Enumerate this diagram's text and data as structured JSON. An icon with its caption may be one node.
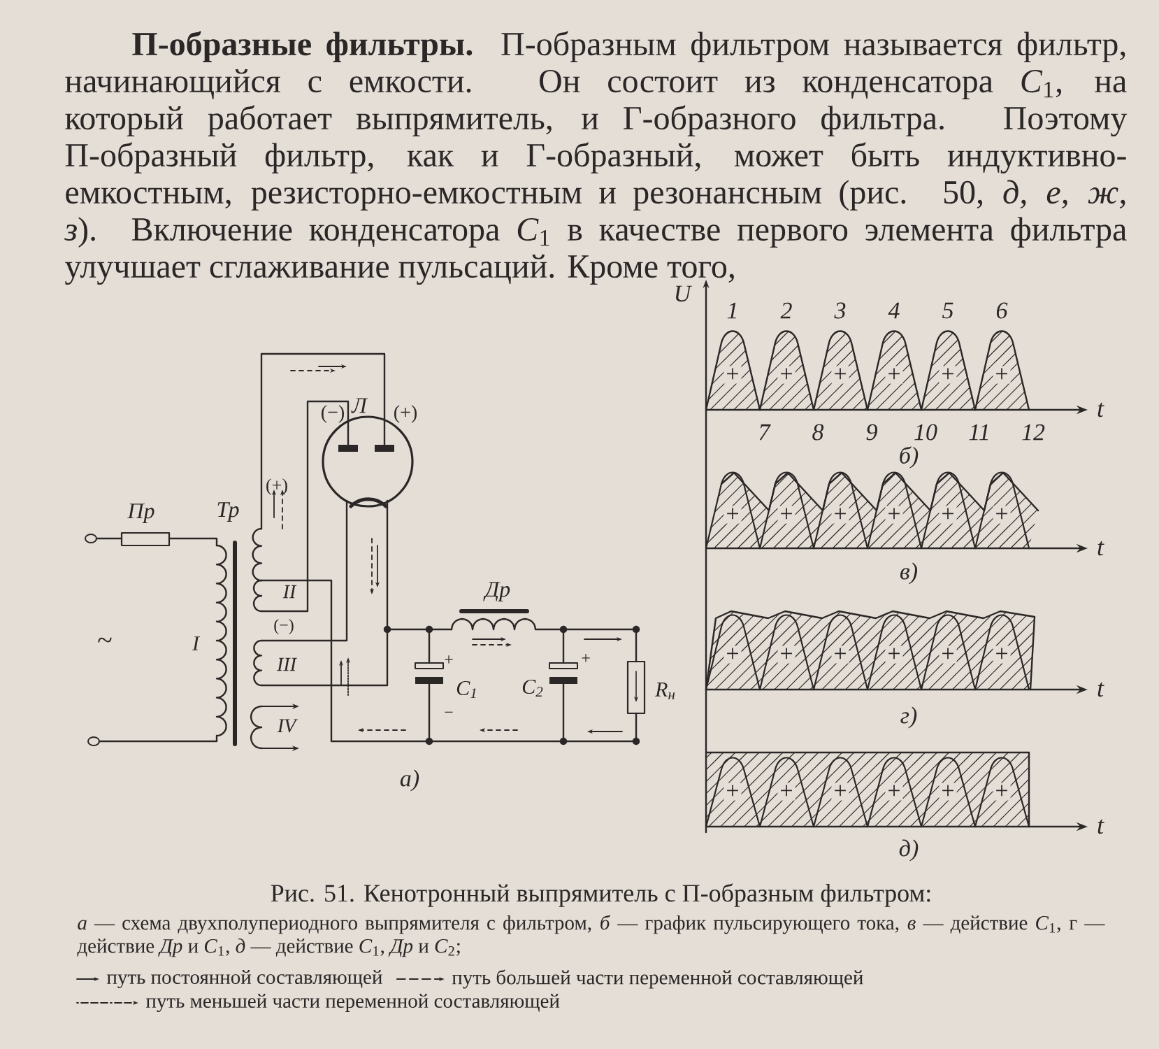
{
  "diagram": {
    "caption": "Рис. 51. Кенотронный выпрямитель с П-образным фильтром:",
    "labels": [
      "**П-образные фильтры.** П-образным фильтром называется фильтр, начинающийся с емкости. Он состоит из конденсатора *C*$_{1}$, на который работает выпрямитель, и Г-образного фильтра. Поэтому П-образный фильтр, как и Г-образный, может быть индуктивно-емкостным, резисторно-емкостным и резонансным (рис. 50, *д, е, ж, з*). Включение конденсатора *C*$_{1}$ в качестве первого элемента фильтра улучшает сглаживание пульсаций. Кроме того,",
      "U",
      "1",
      "2",
      "3",
      "4",
      "5",
      "6",
      "+",
      "+",
      "+",
      "+",
      "+",
      "+",
      "7",
      "8",
      "9",
      "10",
      "11",
      "12",
      "t",
      "б)",
      "Л",
      "(−)",
      "(+)",
      "+",
      "+",
      "+",
      "+",
      "+",
      "+",
      "t",
      "в)",
      "(+)",
      "Пр",
      "Тр",
      "II",
      "(−)",
      "Др",
      "~",
      "I",
      "III",
      "+",
      "C$_{1}$",
      "C$_{2}$",
      "+",
      "R$_{н}$",
      "−",
      "IV",
      "+",
      "+",
      "+",
      "+",
      "+",
      "+",
      "t",
      "г)",
      "а)",
      "+",
      "+",
      "+",
      "+",
      "+",
      "+",
      "t",
      "д)",
      "*а* — схема двухполупериодного выпрямителя с фильтром, *б* — график пульсирующего тока, *в* — действие *C*$_{1}$, г — действие *Др* и *C*$_{1}$, *д* — действие *C*$_{1}$, *Др* и *C*$_{2}$;"
    ],
    "legend": [
      {
        "text": "путь постоянной составляющей"
      },
      {
        "text": "путь большей части переменной составляющей"
      },
      {
        "text": "путь меньшей части переменной составляющей"
      }
    ]
  }
}
